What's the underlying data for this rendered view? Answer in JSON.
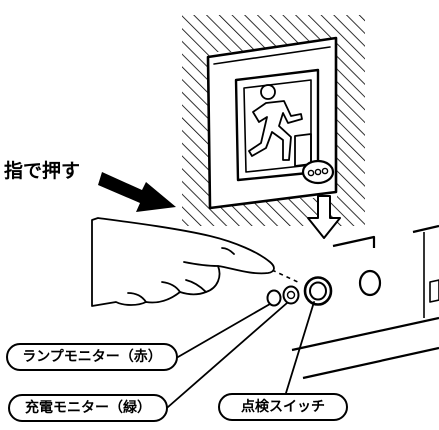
{
  "labels": {
    "push_with_finger": "指で押す",
    "lamp_monitor": "ランプモニター（赤）",
    "charge_monitor": "充電モニター（緑）",
    "check_switch": "点検スイッチ"
  },
  "colors": {
    "line": "#000000",
    "background": "#ffffff"
  },
  "icons": {
    "exit_sign": "running-man-exit-icon",
    "direction": "down-arrow-icon",
    "push": "bold-arrow-icon"
  }
}
